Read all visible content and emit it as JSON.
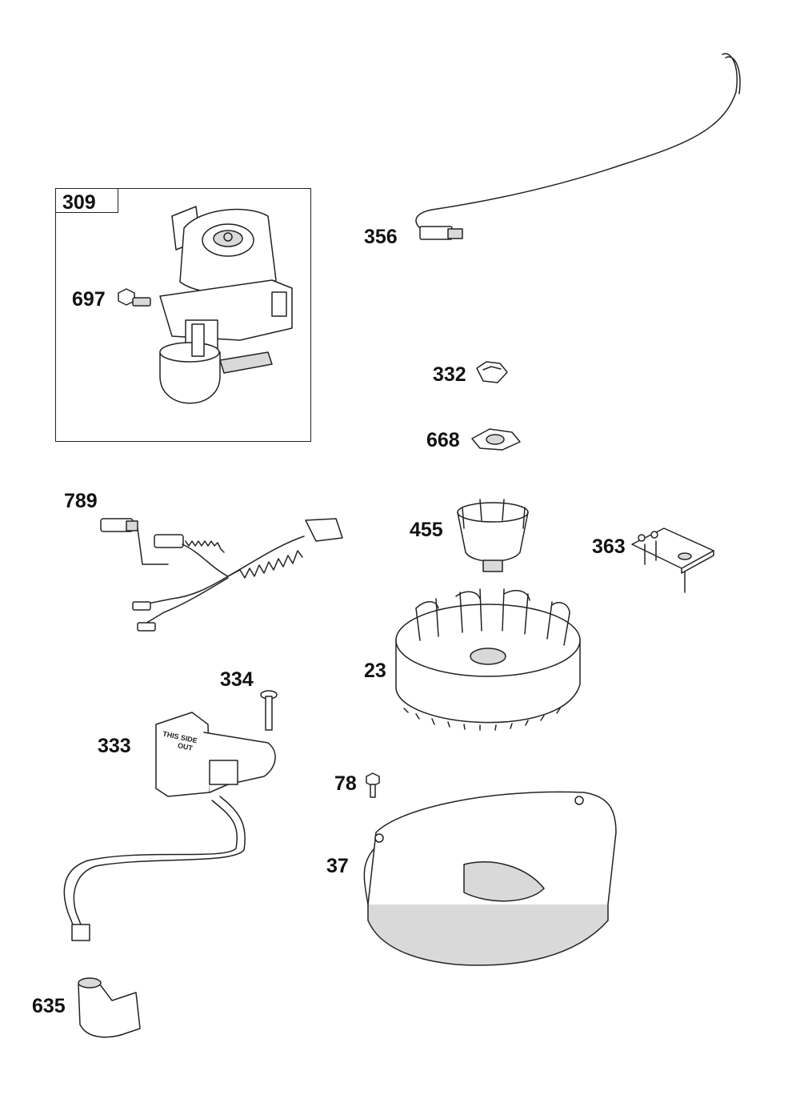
{
  "kit": {
    "label": "309"
  },
  "parts": {
    "p356": "356",
    "p697": "697",
    "p332": "332",
    "p668": "668",
    "p789": "789",
    "p455": "455",
    "p363": "363",
    "p23": "23",
    "p334": "334",
    "p333": "333",
    "p78": "78",
    "p37": "37",
    "p635": "635"
  },
  "coil_print": {
    "line1": "THIS SIDE",
    "line2": "OUT"
  },
  "colors": {
    "line": "#222222",
    "fill": "#ffffff",
    "shade": "#d9d9d9"
  }
}
